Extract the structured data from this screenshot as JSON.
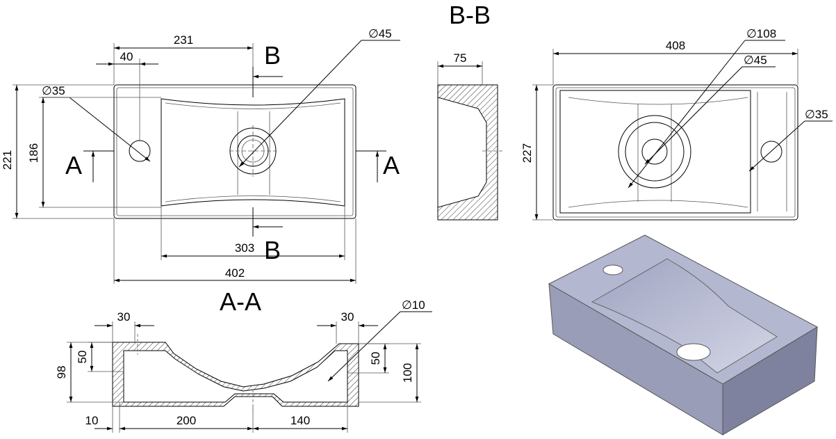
{
  "sections": {
    "bb_title": "B-B",
    "aa_title": "A-A",
    "b_top": "B",
    "b_bottom": "B",
    "a_left": "A",
    "a_right": "A"
  },
  "top_view": {
    "d231": "231",
    "d40": "40",
    "d35": "∅35",
    "d45": "∅45",
    "d221": "221",
    "d186": "186",
    "d303": "303",
    "d402": "402"
  },
  "bb_view": {
    "d75": "75"
  },
  "side_view": {
    "d408": "408",
    "d108": "∅108",
    "d45": "∅45",
    "d35": "∅35",
    "d227": "227"
  },
  "aa_view": {
    "d30_left": "30",
    "d30_right": "30",
    "d10_hole": "∅10",
    "d50_left": "50",
    "d50_right": "50",
    "d98": "98",
    "d100": "100",
    "d10": "10",
    "d200": "200",
    "d140": "140"
  },
  "colors": {
    "line": "#000000",
    "render_top": "#b4b7d0",
    "render_front": "#7e829e",
    "render_side": "#9a9db8",
    "render_basin": "#c2c5da"
  }
}
